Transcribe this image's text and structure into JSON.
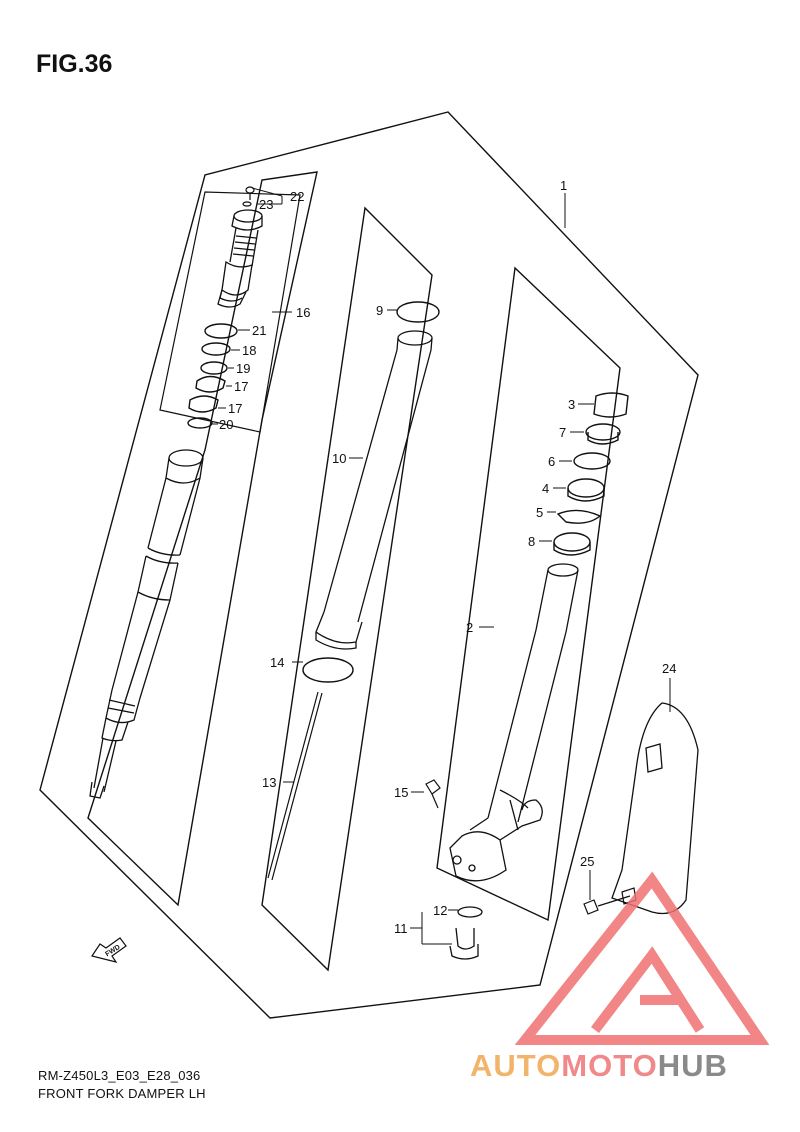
{
  "figure": {
    "title": "FIG.36"
  },
  "caption": {
    "model": "RM-Z450L3_E03_E28_036",
    "name": "FRONT FORK DAMPER LH"
  },
  "callouts": {
    "c1": "1",
    "c2": "2",
    "c3": "3",
    "c4": "4",
    "c5": "5",
    "c6": "6",
    "c7": "7",
    "c8": "8",
    "c9": "9",
    "c10": "10",
    "c11": "11",
    "c12": "12",
    "c13": "13",
    "c14": "14",
    "c15": "15",
    "c16": "16",
    "c17a": "17",
    "c17b": "17",
    "c18": "18",
    "c19": "19",
    "c20": "20",
    "c21": "21",
    "c22": "22",
    "c23": "23",
    "c24": "24",
    "c25": "25"
  },
  "fwd_label": "FWD",
  "watermark": {
    "part1": "AUTO",
    "part2": "MOTO",
    "part3": "HUB",
    "colors": {
      "auto": "#f2b46a",
      "moto": "#f08a8a",
      "hub": "#8a8a8a",
      "logo": "#f07070"
    }
  }
}
